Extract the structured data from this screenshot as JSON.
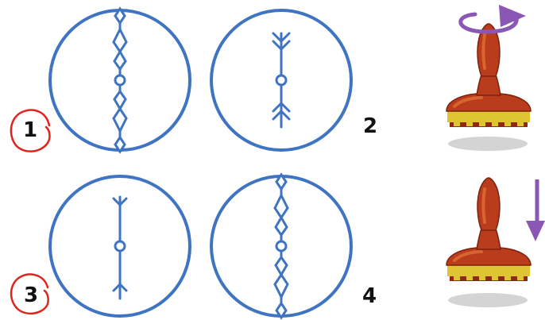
{
  "colors": {
    "circle_stroke": "#3f74c2",
    "symbol_stroke": "#3f74c2",
    "annotation_red": "#e0241b",
    "arrow_purple": "#8a57b4",
    "stamp_dark_red": "#8f2a10",
    "stamp_red": "#b93d1c",
    "stamp_highlight": "#d8642f",
    "stamp_yellow": "#e0c532",
    "shadow_grey": "#d4d4d4",
    "label_text": "#111111"
  },
  "panels": [
    {
      "label": "1",
      "symbol": "diamond-chain-with-center-circle",
      "annotation": "red-hand-drawn-circle"
    },
    {
      "label": "2",
      "symbol": "arrow-tail-up-and-down-with-center-circle"
    },
    {
      "label": "3",
      "symbol": "short-arrow-tail-up-and-down-with-center-circle",
      "annotation": "red-hand-drawn-circle"
    },
    {
      "label": "4",
      "symbol": "diamond-chain-with-center-circle"
    }
  ],
  "stamps": [
    {
      "motion": "rotate",
      "arrow_icon": "curved-rotation-arrow-icon"
    },
    {
      "motion": "press-down",
      "arrow_icon": "down-arrow-icon"
    }
  ]
}
